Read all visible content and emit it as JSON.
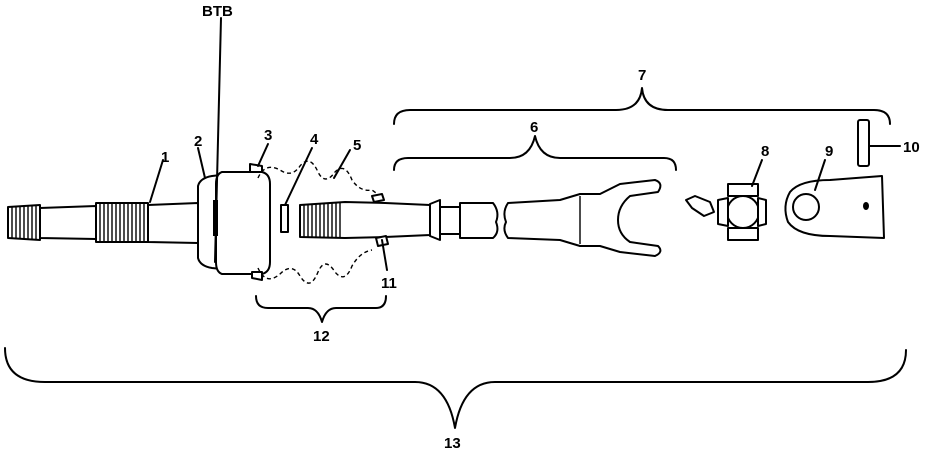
{
  "labels": {
    "btb": "BTB",
    "n1": "1",
    "n2": "2",
    "n3": "3",
    "n4": "4",
    "n5": "5",
    "n6": "6",
    "n7": "7",
    "n8": "8",
    "n9": "9",
    "n10": "10",
    "n11": "11",
    "n12": "12",
    "n13": "13"
  },
  "colors": {
    "line": "#000000",
    "background": "#ffffff"
  }
}
